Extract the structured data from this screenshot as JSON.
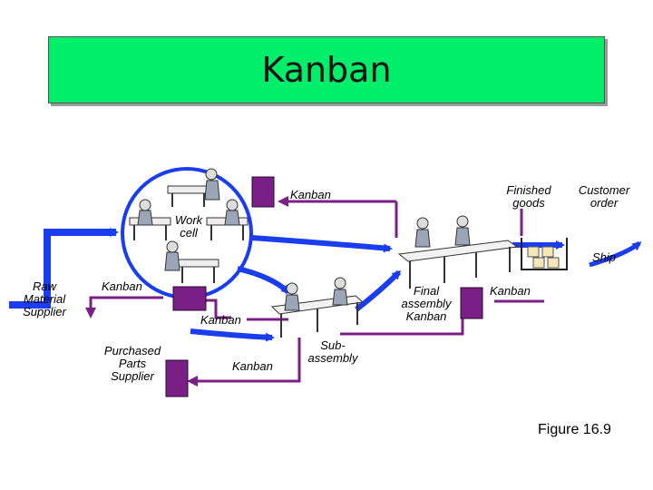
{
  "title": "Kanban",
  "labels": {
    "kanban_top": "Kanban",
    "finished_goods_1": "Finished",
    "finished_goods_2": "goods",
    "customer_order_1": "Customer",
    "customer_order_2": "order",
    "work_cell_1": "Work",
    "work_cell_2": "cell",
    "ship": "Ship",
    "raw_material_1": "Raw",
    "raw_material_2": "Material",
    "raw_material_3": "Supplier",
    "kanban_left": "Kanban",
    "final_assembly_1": "Final",
    "final_assembly_2": "assembly",
    "kanban_final": "Kanban",
    "kanban_right": "Kanban",
    "kanban_mid": "Kanban",
    "purchased_parts_1": "Purchased",
    "purchased_parts_2": "Parts",
    "purchased_parts_3": "Supplier",
    "kanban_bottom": "Kanban",
    "subassembly_1": "Sub-",
    "subassembly_2": "assembly",
    "figure": "Figure 16.9"
  },
  "colors": {
    "title_bg": "#00ee6a",
    "flow_arrow": "#1a3df0",
    "kanban_card": "#7a1f86",
    "kanban_arrow": "#7a1f86"
  }
}
